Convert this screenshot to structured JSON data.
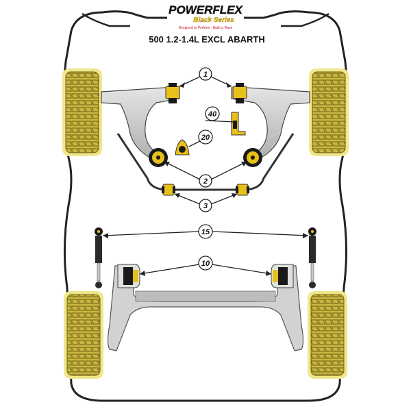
{
  "brand": {
    "name": "POWERFLEX",
    "series": "Black Series",
    "tagline": "Designed to Perform · Built to Race"
  },
  "subtitle": "500 1.2-1.4L EXCL ABARTH",
  "callouts": [
    {
      "id": "c1",
      "label": "1"
    },
    {
      "id": "c40",
      "label": "40"
    },
    {
      "id": "c20",
      "label": "20"
    },
    {
      "id": "c2",
      "label": "2"
    },
    {
      "id": "c3",
      "label": "3"
    },
    {
      "id": "c15",
      "label": "15"
    },
    {
      "id": "c10",
      "label": "10"
    }
  ],
  "colors": {
    "body_outline": "#222222",
    "tyre_fill": "#c9b73f",
    "tyre_tread": "#8a7a22",
    "tyre_outline": "#e0d46a",
    "arm_fill": "#c8c8c8",
    "arm_stroke": "#555555",
    "bush_dark": "#1a1a1a",
    "bush_yellow": "#e8c01a",
    "brand_yellow": "#f2c311",
    "brand_red": "#c8102e"
  }
}
